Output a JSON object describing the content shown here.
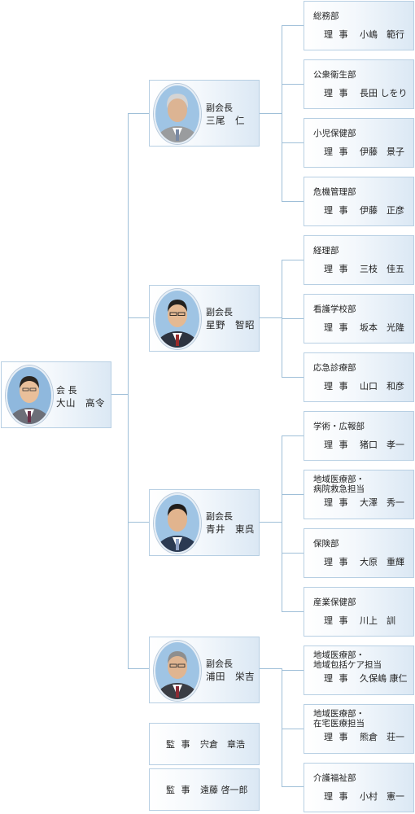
{
  "president": {
    "role": "会 長",
    "name": "大山　高令"
  },
  "vice_presidents": [
    {
      "role": "副会長",
      "name": "三尾　仁",
      "departments": [
        {
          "name": "総務部",
          "title": "理 事",
          "member": "小嶋　範行"
        },
        {
          "name": "公衆衛生部",
          "title": "理 事",
          "member": "長田 しをり"
        },
        {
          "name": "小児保健部",
          "title": "理 事",
          "member": "伊藤　景子"
        },
        {
          "name": "危機管理部",
          "title": "理 事",
          "member": "伊藤　正彦"
        }
      ]
    },
    {
      "role": "副会長",
      "name": "星野　智昭",
      "departments": [
        {
          "name": "経理部",
          "title": "理 事",
          "member": "三枝　佳五"
        },
        {
          "name": "看護学校部",
          "title": "理 事",
          "member": "坂本　光隆"
        },
        {
          "name": "応急診療部",
          "title": "理 事",
          "member": "山口　和彦"
        }
      ]
    },
    {
      "role": "副会長",
      "name": "青井　東呉",
      "departments": [
        {
          "name": "学術・広報部",
          "title": "理 事",
          "member": "猪口　孝一"
        },
        {
          "name": "地域医療部・",
          "name2": "病院救急担当",
          "title": "理 事",
          "member": "大澤　秀一"
        },
        {
          "name": "保険部",
          "title": "理 事",
          "member": "大原　重輝"
        },
        {
          "name": "産業保健部",
          "title": "理 事",
          "member": "川上　訓"
        }
      ]
    },
    {
      "role": "副会長",
      "name": "浦田　栄吉",
      "departments": [
        {
          "name": "地域医療部・",
          "name2": "地域包括ケア担当",
          "title": "理 事",
          "member": "久保嶋 康仁"
        },
        {
          "name": "地域医療部・",
          "name2": "在宅医療担当",
          "title": "理 事",
          "member": "熊倉　荘一"
        },
        {
          "name": "介護福祉部",
          "title": "理 事",
          "member": "小村　憲一"
        }
      ]
    }
  ],
  "auditors": [
    {
      "title": "監 事",
      "member": "宍倉　章浩"
    },
    {
      "title": "監 事",
      "member": "遠藤 啓一郎"
    }
  ],
  "colors": {
    "border": "#b7cfe3",
    "line": "#9fbfd8",
    "box_gradient_end": "#dbe8f4",
    "suit": "#3a4456"
  }
}
